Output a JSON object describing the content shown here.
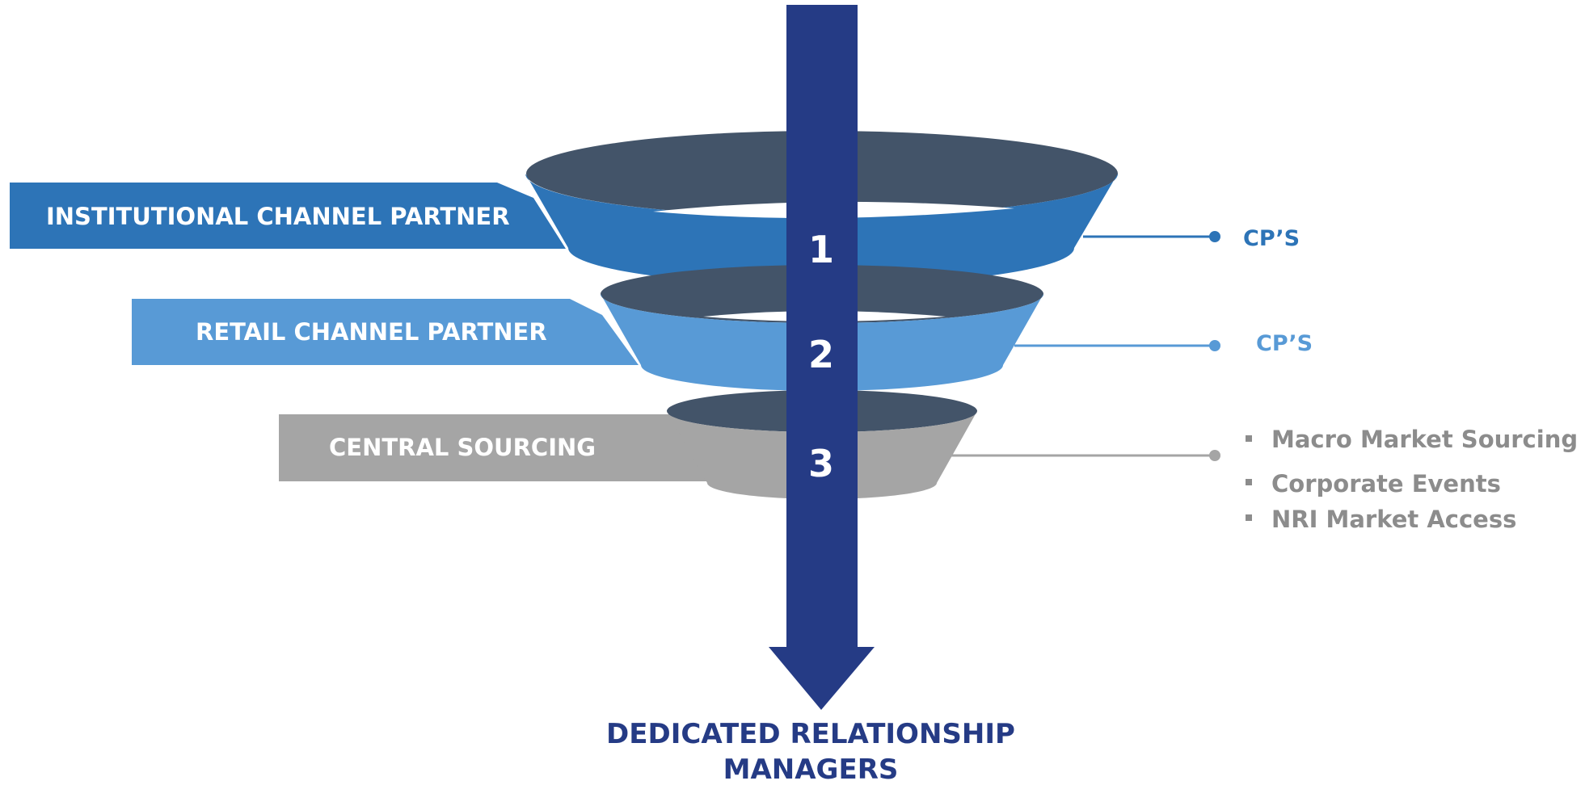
{
  "colors": {
    "arrow": "#253B85",
    "rim": "#435469",
    "tier1": "#2D74B7",
    "tier2": "#589AD6",
    "tier3": "#A5A5A5",
    "number_text": "#FFFFFF",
    "label_text": "#FFFFFF",
    "bullet_text": "#8C8C8C",
    "bottom_text": "#253B85"
  },
  "tiers": [
    {
      "label": "INSTITUTIONAL CHANNEL PARTNER",
      "number": "1",
      "side_label": "CP’S"
    },
    {
      "label": "RETAIL CHANNEL PARTNER",
      "number": "2",
      "side_label": "CP’S"
    },
    {
      "label": "CENTRAL SOURCING",
      "number": "3",
      "bullets": [
        "Macro Market Sourcing",
        "Corporate Events",
        "NRI Market Access"
      ]
    }
  ],
  "bottom": {
    "line1": "DEDICATED RELATIONSHIP",
    "line2": "MANAGERS"
  }
}
